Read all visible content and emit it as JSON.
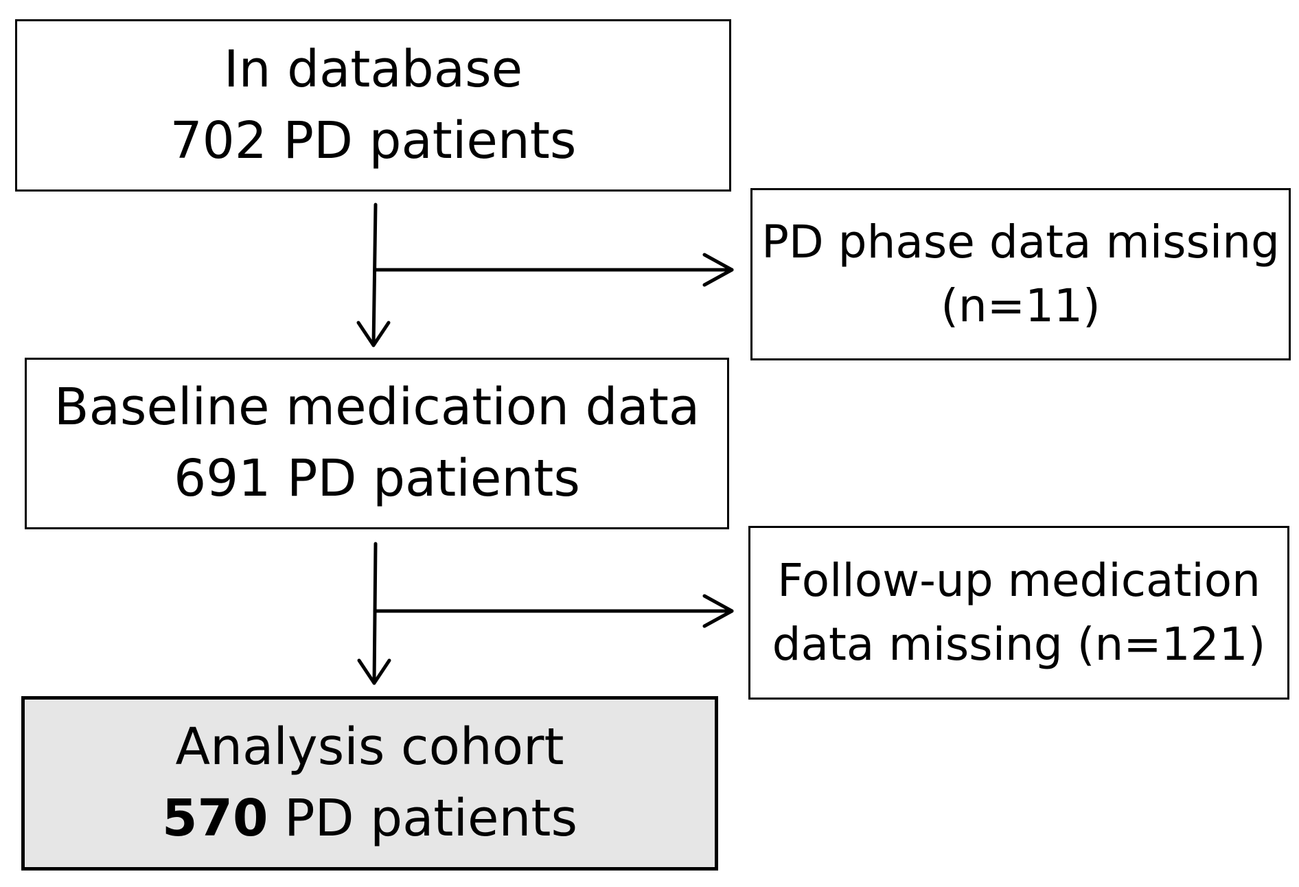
{
  "flowchart": {
    "database": {
      "line1": "In database",
      "line2": "702 PD patients"
    },
    "phase_missing": {
      "line1": "PD phase data missing",
      "line2": "(n=11)"
    },
    "baseline": {
      "line1": "Baseline medication data",
      "line2": "691 PD patients"
    },
    "followup_missing": {
      "line1": "Follow-up medication",
      "line2": "data missing (n=121)"
    },
    "cohort": {
      "line1": "Analysis cohort",
      "count": "570",
      "count_suffix": " PD patients",
      "fill_color": "#e6e6e6"
    }
  }
}
